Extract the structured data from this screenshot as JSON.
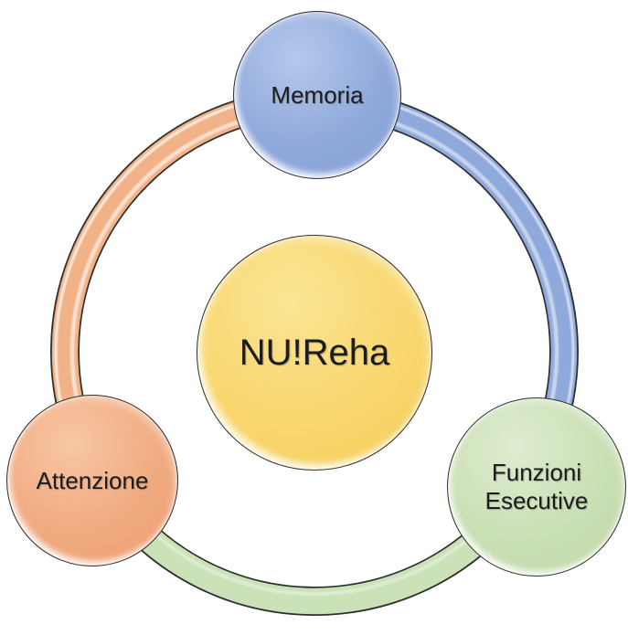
{
  "background_color": "#ffffff",
  "diagram": {
    "center_node": {
      "label": "NU!Reha",
      "fill": "#F9D76F"
    },
    "nodes": [
      {
        "id": "memoria",
        "label": "Memoria",
        "fill": "#8FA9DB",
        "position": "top"
      },
      {
        "id": "attenzione",
        "label": "Attenzione",
        "fill": "#F1AA80",
        "position": "bottom-left"
      },
      {
        "id": "funzioni-esecutive",
        "label": "Funzioni Esecutive",
        "fill": "#C9DFB4",
        "position": "bottom-right"
      }
    ],
    "ring_segments": [
      {
        "name": "memoria-to-attenzione",
        "color": "#F2B287"
      },
      {
        "name": "memoria-to-funzioni-esecutive",
        "color": "#8FA9DC"
      },
      {
        "name": "attenzione-to-funzioni-esecutive",
        "color": "#CBE2B8"
      }
    ],
    "outline_color": "#2e2e2e"
  }
}
